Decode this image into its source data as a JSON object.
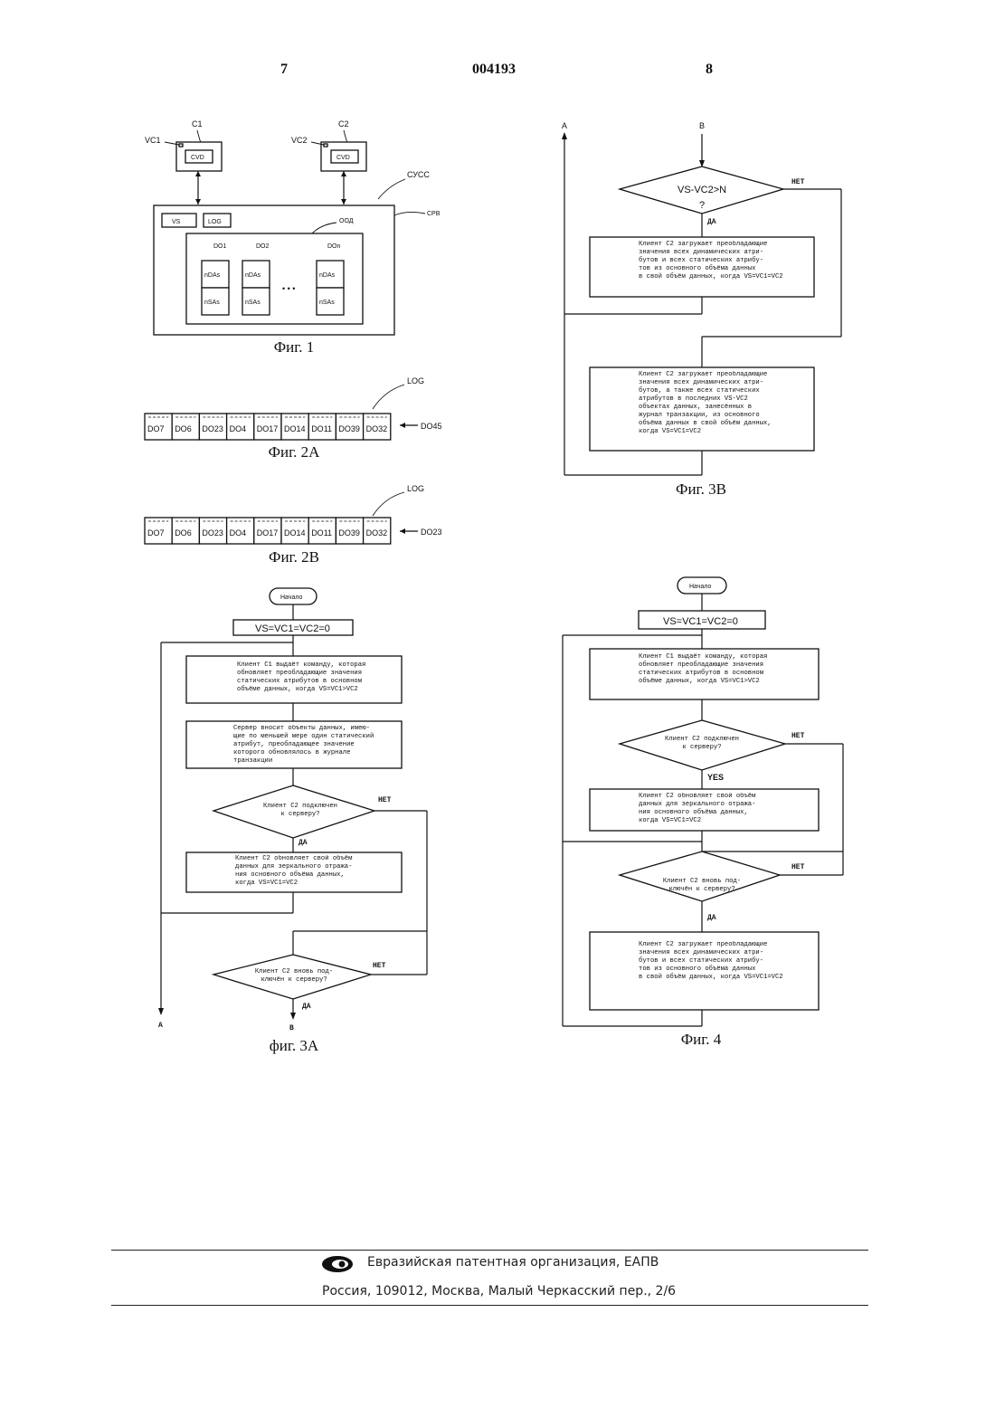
{
  "header": {
    "left_page": "7",
    "patent_number": "004193",
    "right_page": "8"
  },
  "fig1": {
    "caption": "Фиг. 1",
    "c1": "C1",
    "c2": "C2",
    "vc1": "VC1",
    "vc2": "VC2",
    "cvd": "CVD",
    "sycc": "СУСС",
    "srv": "СРВ",
    "ood": "ООД",
    "vs": "VS",
    "log": "LOG",
    "do1": "DO1",
    "do2": "DO2",
    "don": "DOn",
    "ndas": "nDAs",
    "nsas": "nSAs",
    "dots": "• • •"
  },
  "fig2a": {
    "caption": "Фиг. 2А",
    "log": "LOG",
    "cells": [
      "DO7",
      "DO6",
      "DO23",
      "DO4",
      "DO17",
      "DO14",
      "DO11",
      "DO39",
      "DO32"
    ],
    "incoming": "DO45"
  },
  "fig2b": {
    "caption": "Фиг. 2В",
    "log": "LOG",
    "cells": [
      "DO7",
      "DO6",
      "DO23",
      "DO4",
      "DO17",
      "DO14",
      "DO11",
      "DO39",
      "DO32"
    ],
    "incoming": "DO23"
  },
  "fig3a": {
    "caption": "фиг. 3А",
    "start": "Начало",
    "init": "VS=VC1=VC2=0",
    "box1": "Клиент C1 выдаёт команду, которая\nобновляет преобладающие значения\nстатических атрибутов в основном\nобъёме данных, когда VS=VC1>VC2",
    "box2": "Сервер вносит объекты данных, имею-\nщие по меньшей мере один статический\nатрибут, преобладающее значение\nкоторого обновлялось в журнале\nтранзакции",
    "dec1": "Клиент C2 подключен\nк серверу?",
    "yes": "ДА",
    "no": "НЕТ",
    "box3": "Клиент C2 обновляет свой объём\nданных для зеркального отража-\nния основного объёма данных,\nкогда VS=VC1=VC2",
    "dec2": "Клиент C2 вновь под-\nключён к серверу?",
    "a": "A",
    "b": "B"
  },
  "fig3b": {
    "caption": "Фиг. 3В",
    "a": "A",
    "b": "B",
    "dec": "VS-VC2>N",
    "q": "?",
    "yes": "ДА",
    "no": "НЕТ",
    "box1": "Клиент C2 загружает преобладающие\nзначения всех динамических атри-\nбутов и всех статических атрибу-\nтов из основного объёма данных\nв свой объём данных, когда VS=VC1=VC2",
    "box2": "Клиент C2 загружает преобладающие\nзначения всех динамических атри-\nбутов, а также всех статических\nатрибутов в последних VS-VC2\nобъектах данных, занесённых в\nжурнал транзакции, из основного\nобъёма данных в свой объём данных,\nкогда VS=VC1=VC2"
  },
  "fig4": {
    "caption": "Фиг. 4",
    "start": "Начало",
    "init": "VS=VC1=VC2=0",
    "box1": "Клиент C1 выдаёт команду, которая\nобновляет преобладающие значения\nстатических атрибутов в основном\nобъёме данных, когда VS=VC1>VC2",
    "dec1": "Клиент C2 подключен\nк серверу?",
    "yes1": "YES",
    "no": "НЕТ",
    "box2": "Клиент C2 обновляет свой объём\nданных для зеркального отража-\nния основного объёма данных,\nкогда VS=VC1=VC2",
    "dec2": "Клиент C2 вновь под-\nключён к серверу?",
    "yes2": "ДА",
    "box3": "Клиент C2 загружает преобладающие\nзначения всех динамических атри-\nбутов и всех статических атрибу-\nтов из основного объёма данных\nв свой объём данных, когда VS=VC1=VC2"
  },
  "footer": {
    "org": "Евразийская патентная организация, ЕАПВ",
    "address": "Россия, 109012, Москва, Малый Черкасский пер., 2/6"
  }
}
